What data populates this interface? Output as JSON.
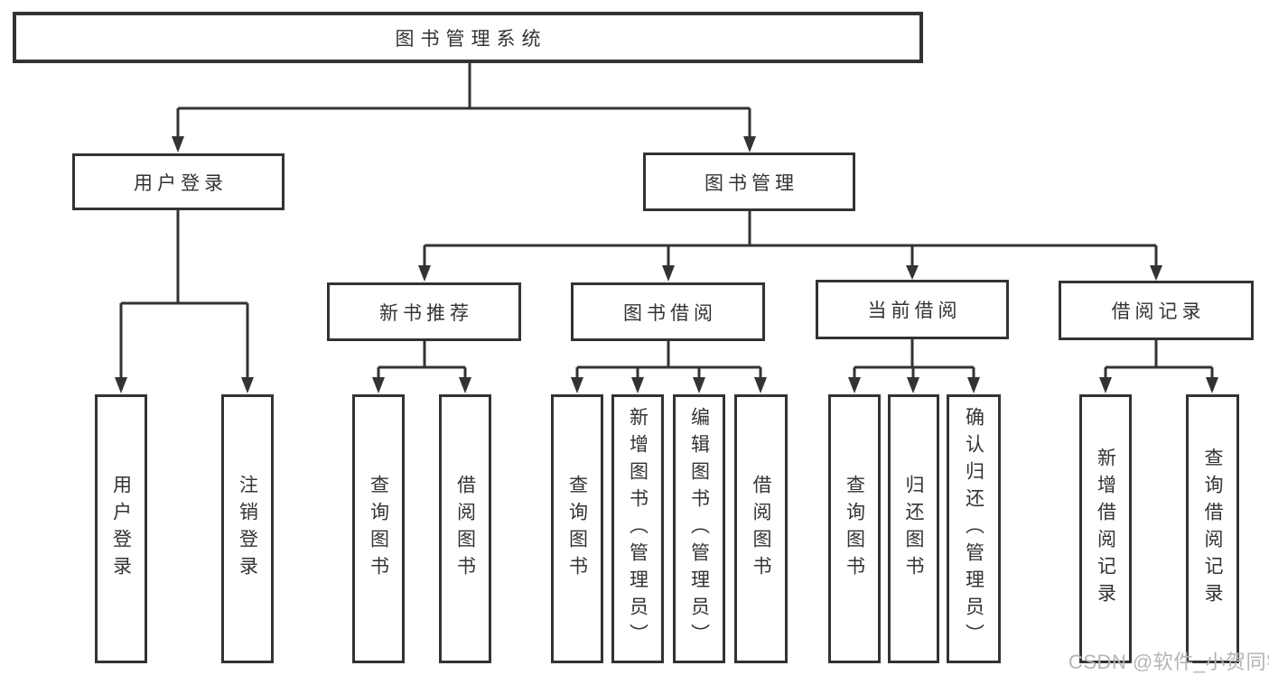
{
  "colors": {
    "background": "#ffffff",
    "line": "#333333",
    "box_border": "#333333",
    "text": "#333333",
    "watermark_text": "#b5b5b5"
  },
  "watermark": {
    "text": "CSDN @软件_小贺同学"
  },
  "diagram": {
    "type": "hierarchy-tree",
    "root": {
      "label": "图书管理系统",
      "children": [
        {
          "label": "用户登录",
          "children": [
            {
              "label": "用户登录"
            },
            {
              "label": "注销登录"
            }
          ]
        },
        {
          "label": "图书管理",
          "children": [
            {
              "label": "新书推荐",
              "children": [
                {
                  "label": "查询图书"
                },
                {
                  "label": "借阅图书"
                }
              ]
            },
            {
              "label": "图书借阅",
              "children": [
                {
                  "label": "查询图书"
                },
                {
                  "label": "新增图书（管理员）"
                },
                {
                  "label": "编辑图书（管理员）"
                },
                {
                  "label": "借阅图书"
                }
              ]
            },
            {
              "label": "当前借阅",
              "children": [
                {
                  "label": "查询图书"
                },
                {
                  "label": "归还图书"
                },
                {
                  "label": "确认归还（管理员）"
                }
              ]
            },
            {
              "label": "借阅记录",
              "children": [
                {
                  "label": "新增借阅记录"
                },
                {
                  "label": "查询借阅记录"
                }
              ]
            }
          ]
        }
      ]
    }
  }
}
